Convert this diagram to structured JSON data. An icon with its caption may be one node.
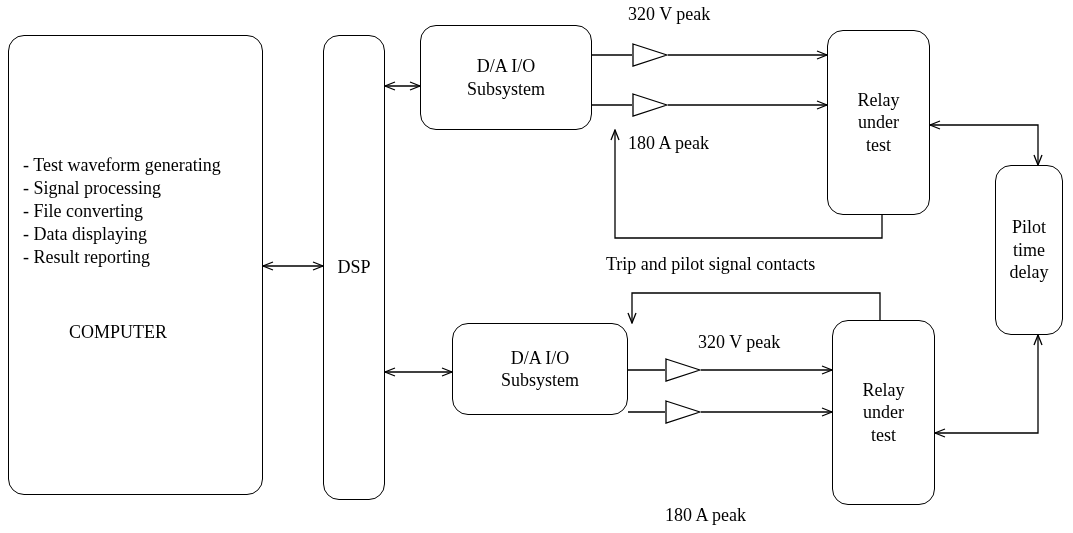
{
  "diagram": {
    "nodes": [
      {
        "text": [
          "- Test waveform generating",
          "- Signal processing",
          "- File converting",
          "- Data displaying",
          "- Result reporting",
          "COMPUTER"
        ]
      },
      {
        "text": [
          "DSP"
        ]
      },
      {
        "text": [
          "D/A I/O Subsystem"
        ]
      },
      {
        "text": [
          "Relay under test"
        ]
      },
      {
        "text": [
          "Pilot time delay"
        ]
      },
      {
        "text": [
          "D/A I/O Subsystem"
        ]
      },
      {
        "text": [
          "Relay under test"
        ]
      },
      {
        "text": [],
        "shape": "triangle"
      },
      {
        "text": [],
        "shape": "triangle"
      },
      {
        "text": [],
        "shape": "triangle"
      },
      {
        "text": [],
        "shape": "triangle"
      }
    ],
    "edges": [
      {
        "from": 0,
        "to": 1,
        "arrow": "both"
      },
      {
        "from": 1,
        "to": 2,
        "arrow": "both"
      },
      {
        "from": 1,
        "to": 5,
        "arrow": "both"
      },
      {
        "from": 2,
        "to": 7,
        "arrow": "none"
      },
      {
        "from": 7,
        "to": 3,
        "arrow": "to"
      },
      {
        "from": 2,
        "to": 8,
        "arrow": "none"
      },
      {
        "from": 8,
        "to": 3,
        "arrow": "to"
      },
      {
        "from": 3,
        "to": 2,
        "arrow": "to"
      },
      {
        "from": 6,
        "to": 5,
        "arrow": "to"
      },
      {
        "from": 3,
        "to": 4,
        "arrow": "both"
      },
      {
        "from": 6,
        "to": 4,
        "arrow": "both"
      },
      {
        "from": 5,
        "to": 9,
        "arrow": "none"
      },
      {
        "from": 9,
        "to": 6,
        "arrow": "to"
      },
      {
        "from": 5,
        "to": 10,
        "arrow": "none"
      },
      {
        "from": 10,
        "to": 6,
        "arrow": "to"
      }
    ],
    "labels": [
      "320 V peak",
      "180 A peak",
      "Trip and pilot signal contacts",
      "320 V peak",
      "180 A peak"
    ]
  }
}
